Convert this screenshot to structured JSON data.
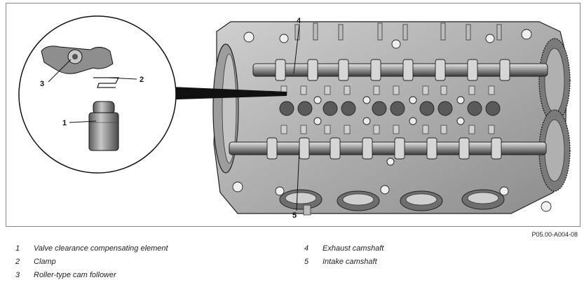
{
  "figure": {
    "reference": "P05.00-A004-08",
    "callouts": [
      "1",
      "2",
      "3",
      "4",
      "5"
    ]
  },
  "legend": [
    {
      "number": "1",
      "text": "Valve clearance compensating element"
    },
    {
      "number": "2",
      "text": "Clamp"
    },
    {
      "number": "3",
      "text": "Roller-type cam follower"
    },
    {
      "number": "4",
      "text": "Exhaust camshaft"
    },
    {
      "number": "5",
      "text": "Intake camshaft"
    }
  ]
}
